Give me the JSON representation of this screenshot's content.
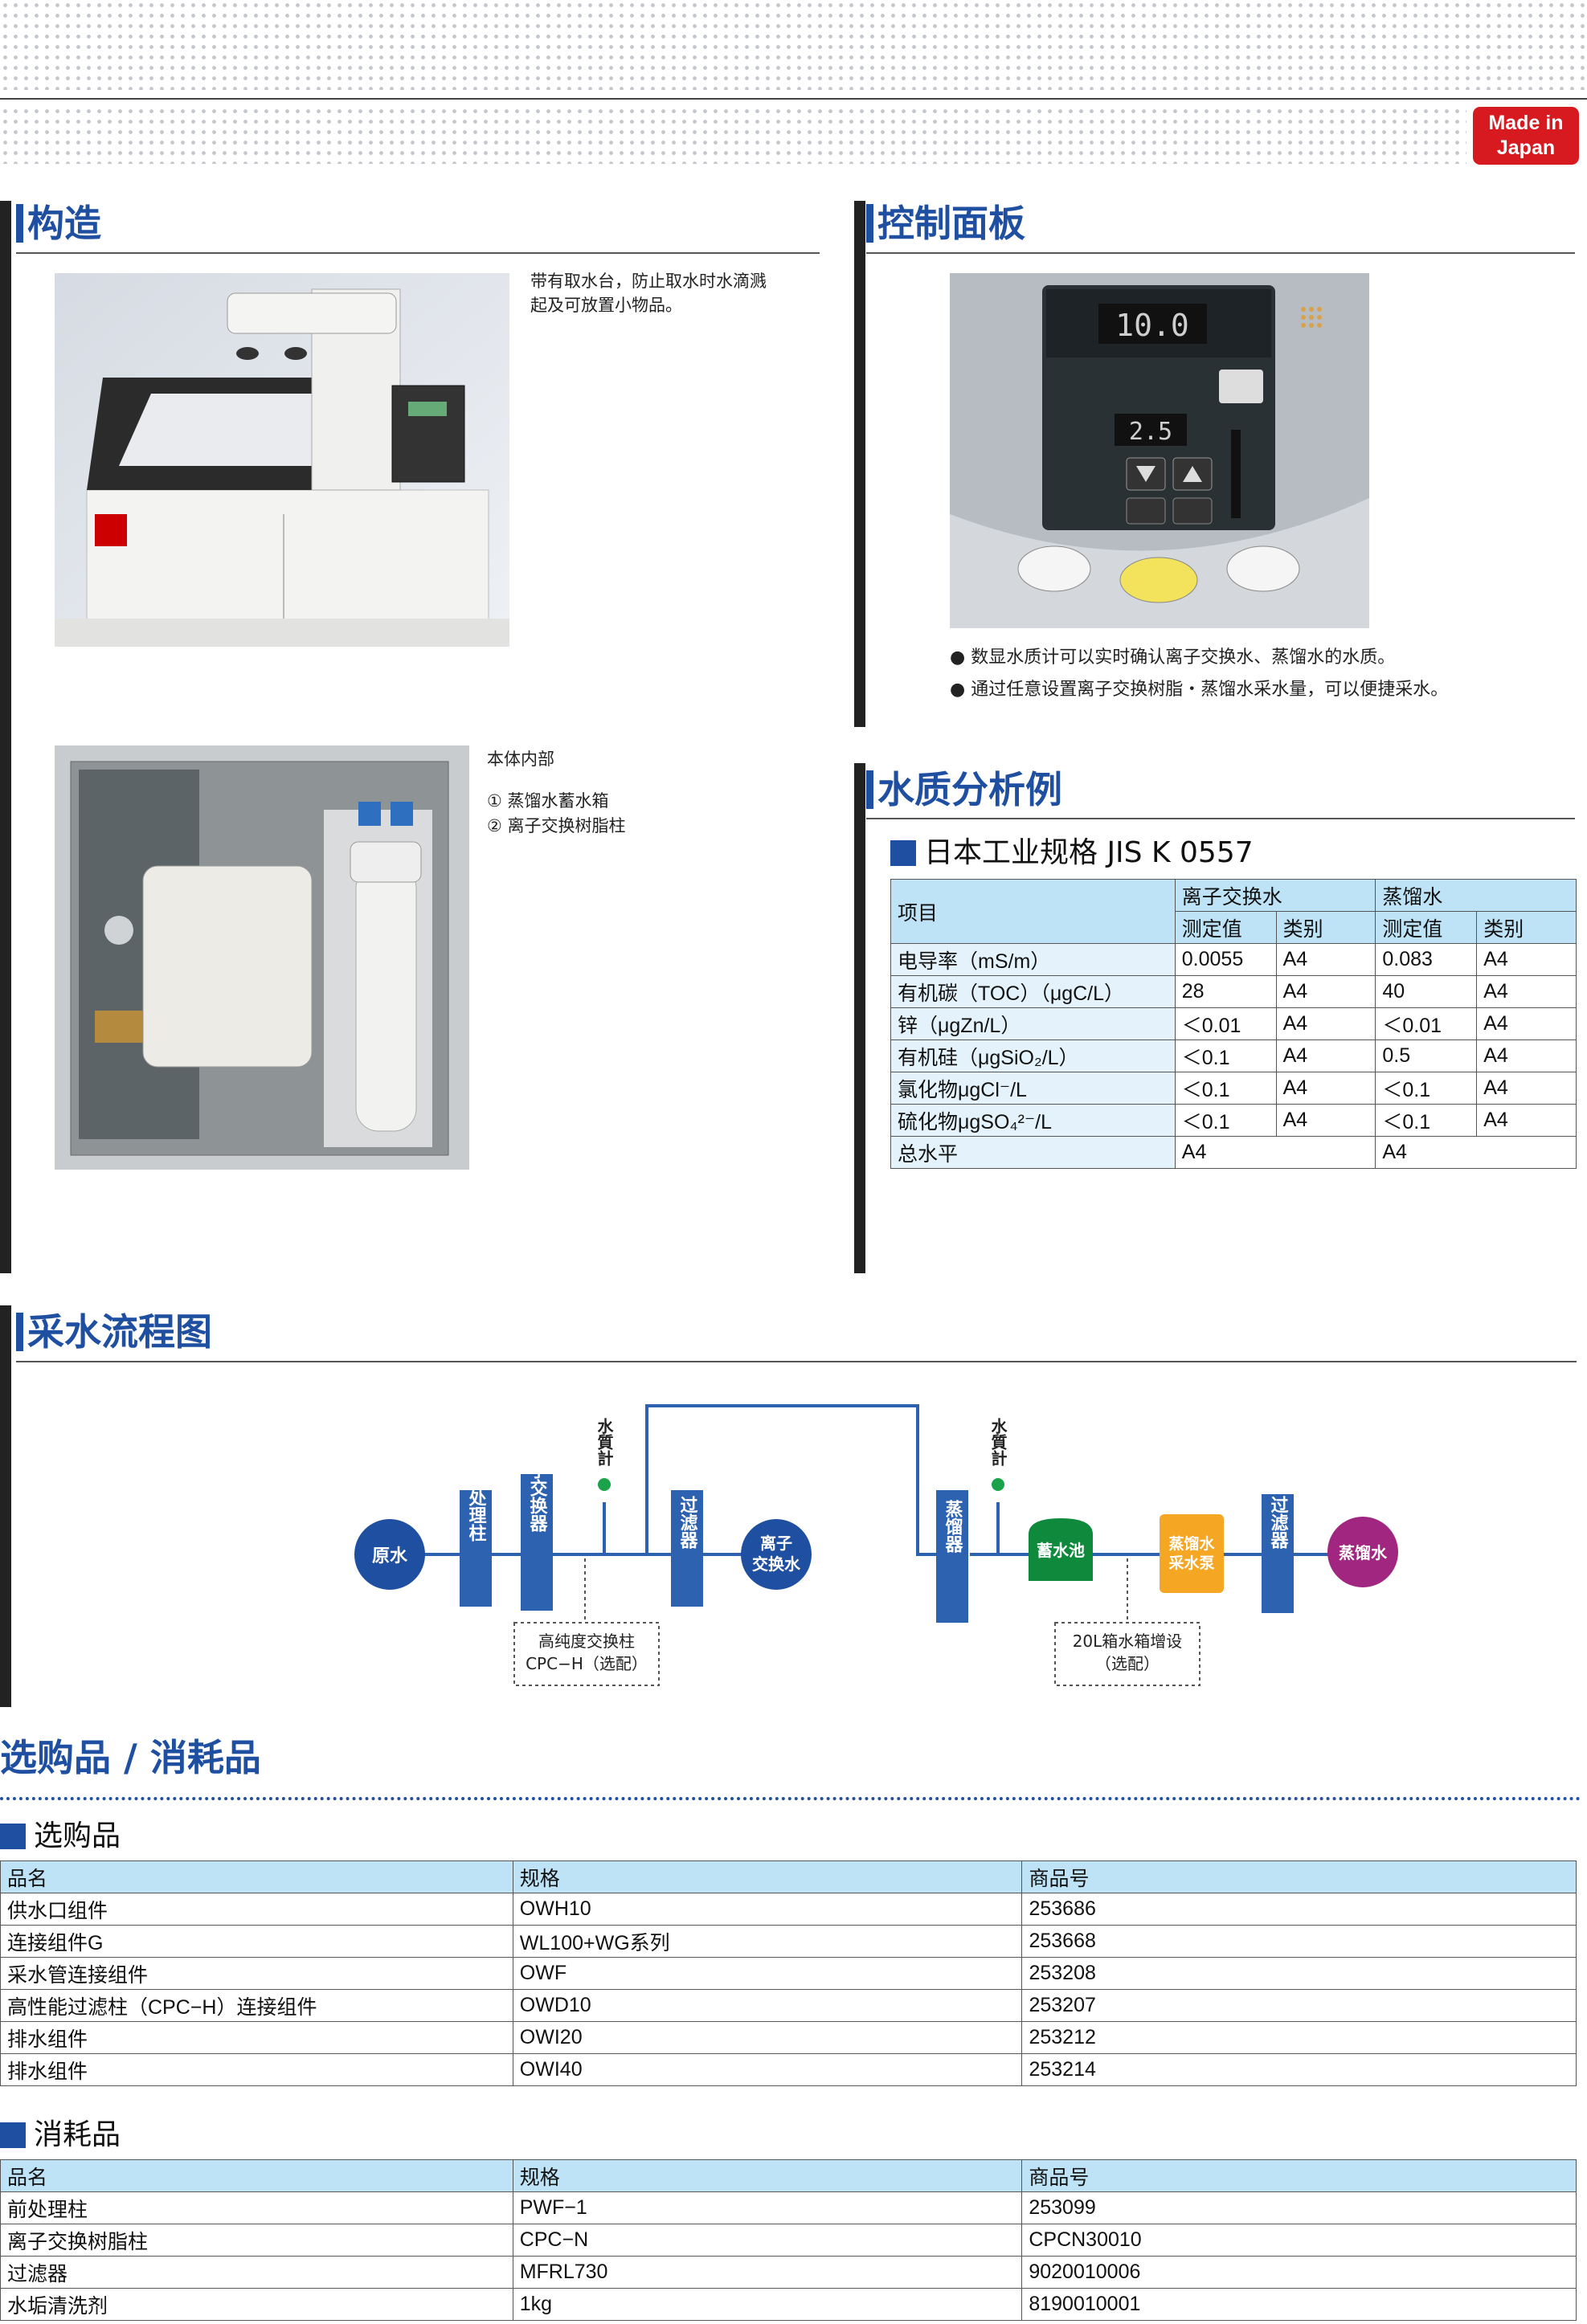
{
  "badge": {
    "line1": "Made in",
    "line2": "Japan"
  },
  "structure": {
    "title": "构造",
    "caption1": "带有取水台，防止取水时水滴溅起及可放置小物品。",
    "caption2_title": "本体内部",
    "caption2_items": [
      "① 蒸馏水蓄水箱",
      "② 离子交换树脂柱"
    ]
  },
  "panel": {
    "title": "控制面板",
    "display_main": "10.0",
    "display_sub": "2.5",
    "bullets": [
      "● 数显水质计可以实时确认离子交换水、蒸馏水的水质。",
      "● 通过任意设置离子交换树脂・蒸馏水采水量，可以便捷采水。"
    ]
  },
  "analysis": {
    "title": "水质分析例",
    "subtitle": "日本工业规格 JIS K 0557",
    "col_item": "项目",
    "group1": "离子交换水",
    "group2": "蒸馏水",
    "sub_headers": [
      "测定值",
      "类别",
      "测定值",
      "类别"
    ],
    "rows": [
      {
        "item": "电导率（mS/m）",
        "v1": "0.0055",
        "c1": "A4",
        "v2": "0.083",
        "c2": "A4"
      },
      {
        "item": "有机碳（TOC）（μgC/L）",
        "v1": "28",
        "c1": "A4",
        "v2": "40",
        "c2": "A4"
      },
      {
        "item": "锌（μgZn/L）",
        "v1": "＜0.01",
        "c1": "A4",
        "v2": "＜0.01",
        "c2": "A4"
      },
      {
        "item": "有机硅（μgSiO₂/L）",
        "v1": "＜0.1",
        "c1": "A4",
        "v2": "0.5",
        "c2": "A4"
      },
      {
        "item": "氯化物μgCl⁻/L",
        "v1": "＜0.1",
        "c1": "A4",
        "v2": "＜0.1",
        "c2": "A4"
      },
      {
        "item": "硫化物μgSO₄²⁻/L",
        "v1": "＜0.1",
        "c1": "A4",
        "v2": "＜0.1",
        "c2": "A4"
      }
    ],
    "total_label": "总水平",
    "total_v1": "A4",
    "total_v2": "A4"
  },
  "flow": {
    "title": "采水流程图",
    "raw_water": "原水",
    "pretreat": "前处理柱",
    "ion_exchanger": "离子交换器",
    "meter1": "水質計",
    "filter1": "过滤器",
    "ion_water_l1": "离子",
    "ion_water_l2": "交换水",
    "distiller": "蒸馏器",
    "meter2": "水質計",
    "storage": "蓄水池",
    "pump_l1": "蒸馏水",
    "pump_l2": "采水泵",
    "filter2": "过滤器",
    "distilled": "蒸馏水",
    "note1_l1": "高纯度交换柱",
    "note1_l2": "CPC−H（选配）",
    "note2_l1": "20L箱水箱增设",
    "note2_l2": "（选配）"
  },
  "options": {
    "title": "选购品 / 消耗品",
    "optional_title": "选购品",
    "headers": [
      "品名",
      "规格",
      "商品号"
    ],
    "optional": [
      [
        "供水口组件",
        "OWH10",
        "253686"
      ],
      [
        "连接组件G",
        "WL100+WG系列",
        "253668"
      ],
      [
        "采水管连接组件",
        "OWF",
        "253208"
      ],
      [
        "高性能过滤柱（CPC−H）连接组件",
        "OWD10",
        "253207"
      ],
      [
        "排水组件",
        "OWI20",
        "253212"
      ],
      [
        "排水组件",
        "OWI40",
        "253214"
      ]
    ],
    "consumable_title": "消耗品",
    "consumable": [
      [
        "前处理柱",
        "PWF−1",
        "253099"
      ],
      [
        "离子交换树脂柱",
        "CPC−N",
        "CPCN30010"
      ],
      [
        "过滤器",
        "MFRL730",
        "9020010006"
      ],
      [
        "水垢清洗剂",
        "1kg",
        "8190010001"
      ]
    ]
  },
  "colors": {
    "accent": "#1f4fa0",
    "flow_blue": "#2c62b0",
    "header_blue": "#bfe3f6",
    "badge_red": "#d71920"
  }
}
